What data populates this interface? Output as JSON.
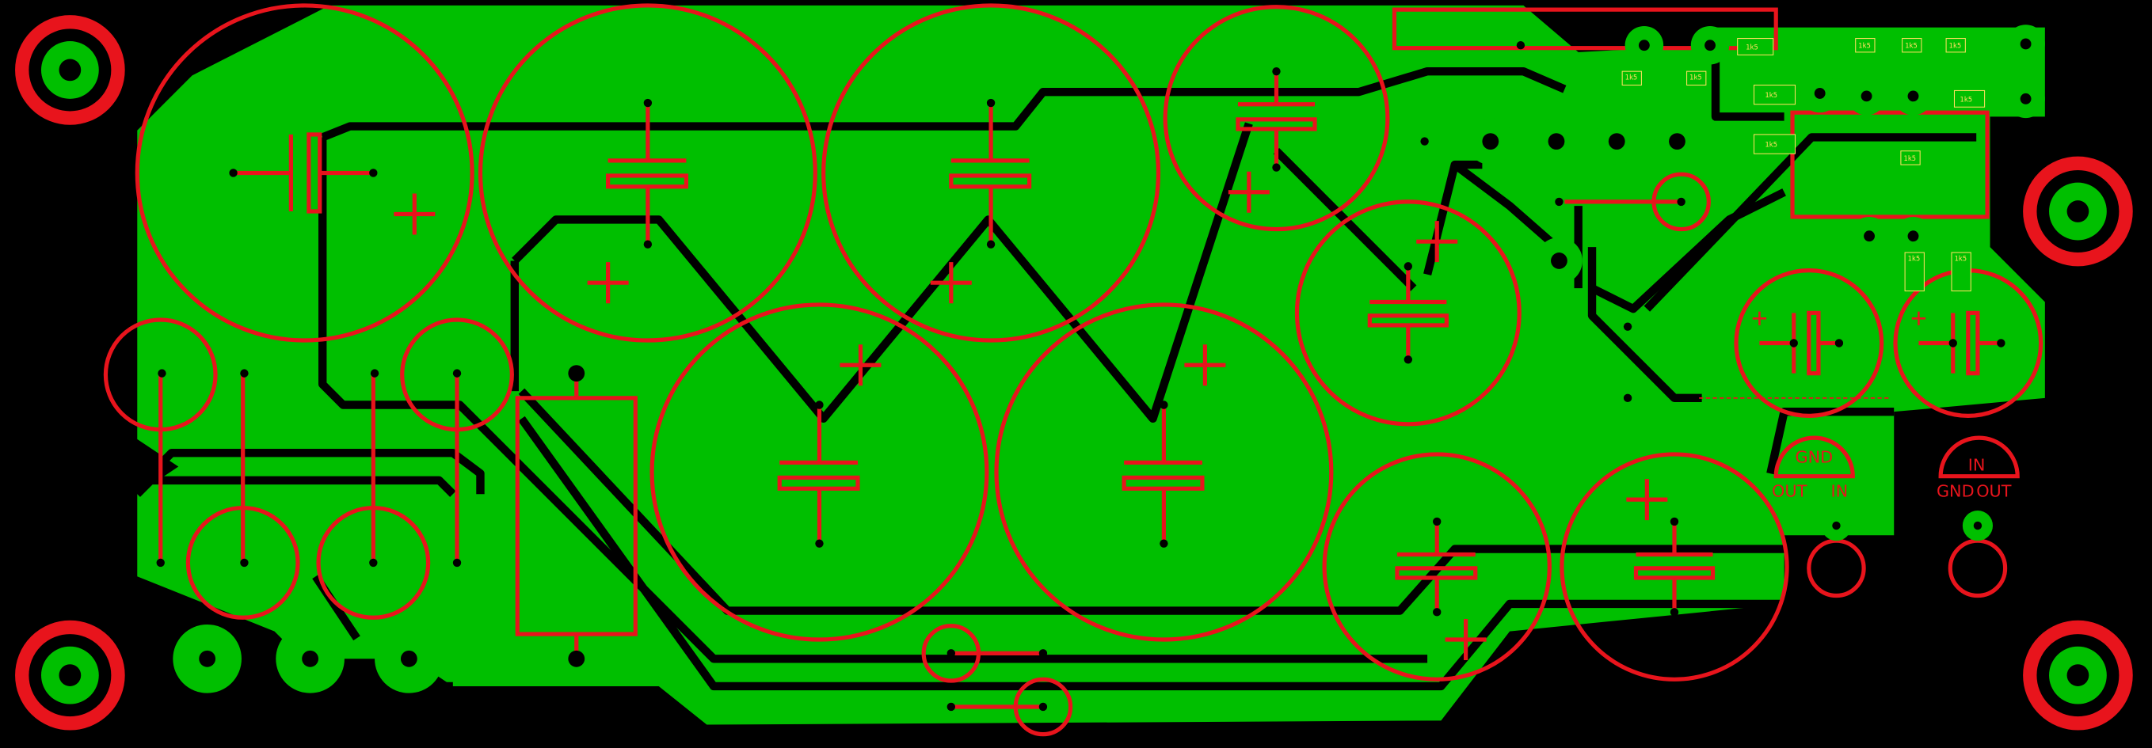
{
  "colors": {
    "background": "#000000",
    "copper": "#00bf00",
    "silkscreen": "#e8141c",
    "trace_gap": "#000000"
  },
  "regulator_left": {
    "pin_top": "GND",
    "pin_left": "OUT",
    "pin_right": "IN"
  },
  "regulator_right": {
    "pin_top": "IN",
    "pin_left": "GND",
    "pin_right": "OUT"
  },
  "smd_markings": [
    "1k5",
    "1k5",
    "1k5",
    "1k5",
    "1k5",
    "1k5",
    "1k5",
    "1k5",
    "1k5",
    "1k5",
    "1k5",
    "1k5"
  ]
}
